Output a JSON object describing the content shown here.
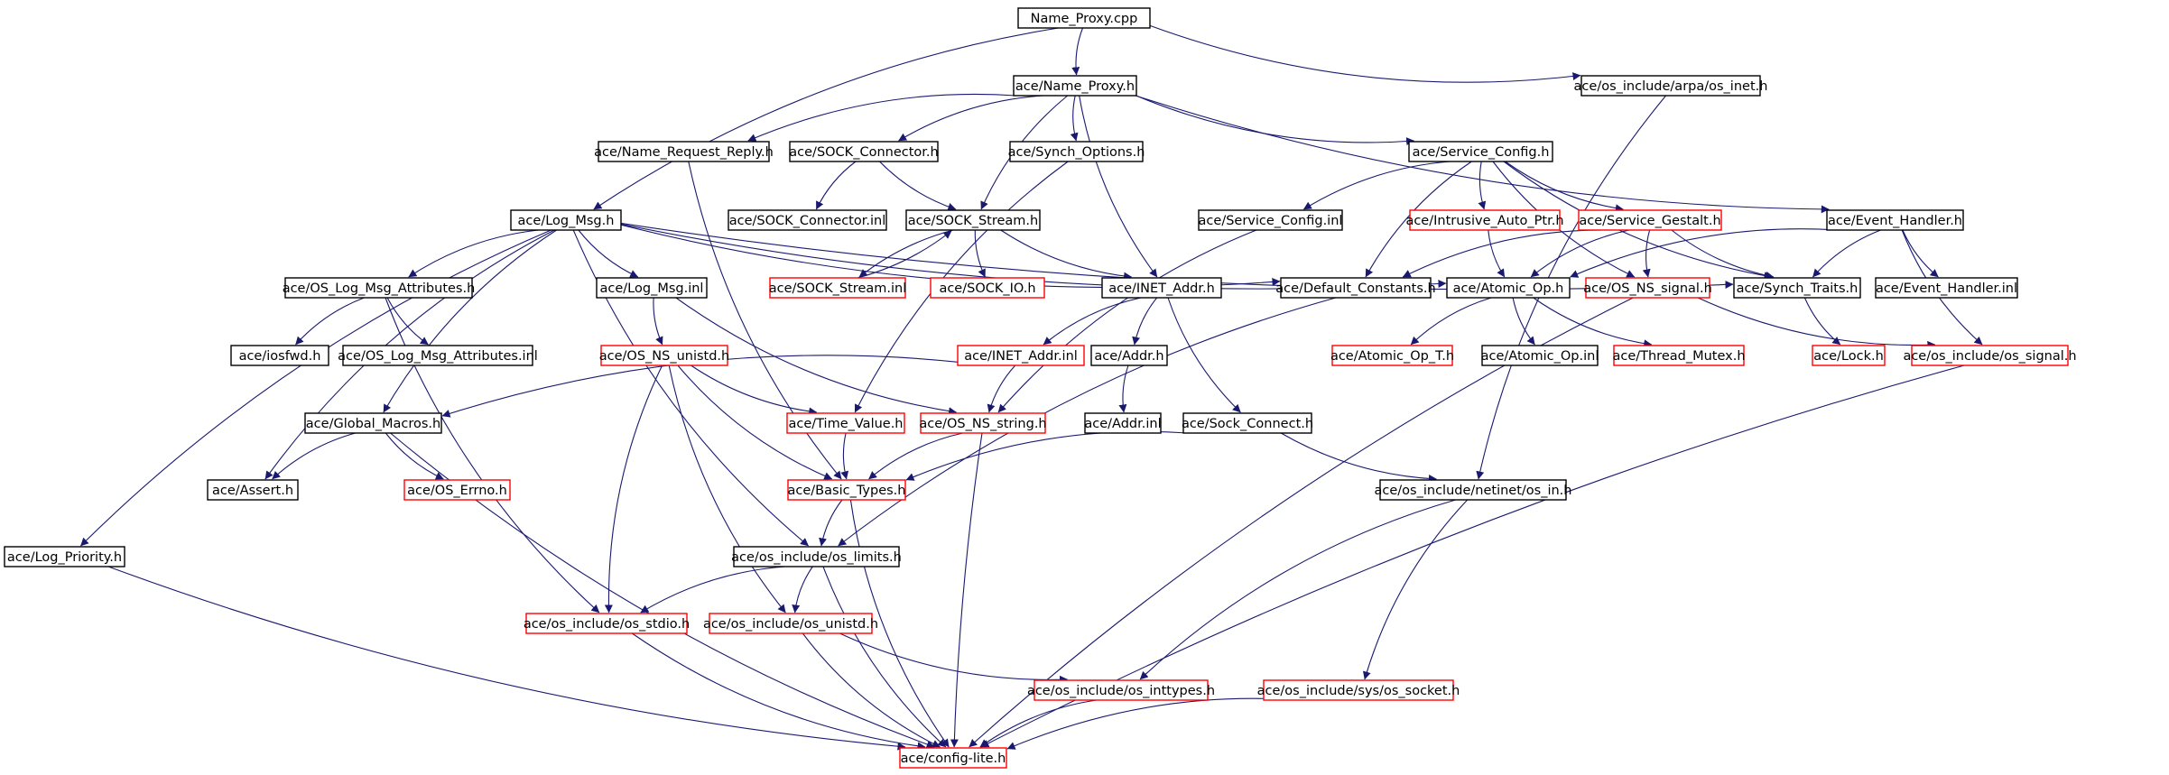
{
  "colors": {
    "edge": "#191970",
    "node_border_normal": "#000000",
    "node_border_truncated": "#ff0000",
    "root_fill": "#bfbfbf",
    "background": "#ffffff"
  },
  "diagram": {
    "nodes": [
      {
        "id": "name_proxy_cpp",
        "label": "Name_Proxy.cpp",
        "style": "root"
      },
      {
        "id": "name_proxy_h",
        "label": "ace/Name_Proxy.h",
        "style": "normal"
      },
      {
        "id": "arpa_inet",
        "label": "ace/os_include/arpa/os_inet.h",
        "style": "normal"
      },
      {
        "id": "name_request_reply",
        "label": "ace/Name_Request_Reply.h",
        "style": "normal"
      },
      {
        "id": "sock_connector_h",
        "label": "ace/SOCK_Connector.h",
        "style": "normal"
      },
      {
        "id": "synch_options",
        "label": "ace/Synch_Options.h",
        "style": "normal"
      },
      {
        "id": "service_config_h",
        "label": "ace/Service_Config.h",
        "style": "normal"
      },
      {
        "id": "log_msg_h",
        "label": "ace/Log_Msg.h",
        "style": "normal"
      },
      {
        "id": "sock_connector_inl",
        "label": "ace/SOCK_Connector.inl",
        "style": "normal"
      },
      {
        "id": "sock_stream_h",
        "label": "ace/SOCK_Stream.h",
        "style": "normal"
      },
      {
        "id": "service_config_inl",
        "label": "ace/Service_Config.inl",
        "style": "normal"
      },
      {
        "id": "intrusive_auto_ptr",
        "label": "ace/Intrusive_Auto_Ptr.h",
        "style": "truncated"
      },
      {
        "id": "service_gestalt",
        "label": "ace/Service_Gestalt.h",
        "style": "truncated"
      },
      {
        "id": "event_handler_h",
        "label": "ace/Event_Handler.h",
        "style": "normal"
      },
      {
        "id": "os_log_msg_attr_h",
        "label": "ace/OS_Log_Msg_Attributes.h",
        "style": "normal"
      },
      {
        "id": "log_msg_inl",
        "label": "ace/Log_Msg.inl",
        "style": "normal"
      },
      {
        "id": "sock_stream_inl",
        "label": "ace/SOCK_Stream.inl",
        "style": "truncated"
      },
      {
        "id": "sock_io",
        "label": "ace/SOCK_IO.h",
        "style": "truncated"
      },
      {
        "id": "inet_addr_h",
        "label": "ace/INET_Addr.h",
        "style": "normal"
      },
      {
        "id": "default_constants",
        "label": "ace/Default_Constants.h",
        "style": "normal"
      },
      {
        "id": "atomic_op_h",
        "label": "ace/Atomic_Op.h",
        "style": "normal"
      },
      {
        "id": "os_ns_signal",
        "label": "ace/OS_NS_signal.h",
        "style": "truncated"
      },
      {
        "id": "synch_traits",
        "label": "ace/Synch_Traits.h",
        "style": "normal"
      },
      {
        "id": "event_handler_inl",
        "label": "ace/Event_Handler.inl",
        "style": "normal"
      },
      {
        "id": "iosfwd",
        "label": "ace/iosfwd.h",
        "style": "normal"
      },
      {
        "id": "os_log_msg_attr_inl",
        "label": "ace/OS_Log_Msg_Attributes.inl",
        "style": "normal"
      },
      {
        "id": "os_ns_unistd",
        "label": "ace/OS_NS_unistd.h",
        "style": "truncated"
      },
      {
        "id": "inet_addr_inl",
        "label": "ace/INET_Addr.inl",
        "style": "truncated"
      },
      {
        "id": "addr_h",
        "label": "ace/Addr.h",
        "style": "normal"
      },
      {
        "id": "atomic_op_t",
        "label": "ace/Atomic_Op_T.h",
        "style": "truncated"
      },
      {
        "id": "atomic_op_inl",
        "label": "ace/Atomic_Op.inl",
        "style": "normal"
      },
      {
        "id": "thread_mutex",
        "label": "ace/Thread_Mutex.h",
        "style": "truncated"
      },
      {
        "id": "lock_h",
        "label": "ace/Lock.h",
        "style": "truncated"
      },
      {
        "id": "os_signal",
        "label": "ace/os_include/os_signal.h",
        "style": "truncated"
      },
      {
        "id": "global_macros",
        "label": "ace/Global_Macros.h",
        "style": "normal"
      },
      {
        "id": "time_value",
        "label": "ace/Time_Value.h",
        "style": "truncated"
      },
      {
        "id": "os_ns_string",
        "label": "ace/OS_NS_string.h",
        "style": "truncated"
      },
      {
        "id": "addr_inl",
        "label": "ace/Addr.inl",
        "style": "normal"
      },
      {
        "id": "sock_connect",
        "label": "ace/Sock_Connect.h",
        "style": "normal"
      },
      {
        "id": "assert_h",
        "label": "ace/Assert.h",
        "style": "normal"
      },
      {
        "id": "os_errno",
        "label": "ace/OS_Errno.h",
        "style": "truncated"
      },
      {
        "id": "basic_types",
        "label": "ace/Basic_Types.h",
        "style": "truncated"
      },
      {
        "id": "netinet_in",
        "label": "ace/os_include/netinet/os_in.h",
        "style": "normal"
      },
      {
        "id": "log_priority",
        "label": "ace/Log_Priority.h",
        "style": "normal"
      },
      {
        "id": "os_limits",
        "label": "ace/os_include/os_limits.h",
        "style": "normal"
      },
      {
        "id": "os_stdio",
        "label": "ace/os_include/os_stdio.h",
        "style": "truncated"
      },
      {
        "id": "os_unistd",
        "label": "ace/os_include/os_unistd.h",
        "style": "truncated"
      },
      {
        "id": "os_inttypes",
        "label": "ace/os_include/os_inttypes.h",
        "style": "truncated"
      },
      {
        "id": "sys_socket",
        "label": "ace/os_include/sys/os_socket.h",
        "style": "truncated"
      },
      {
        "id": "config_lite",
        "label": "ace/config-lite.h",
        "style": "truncated"
      }
    ],
    "edges": [
      {
        "from": "name_proxy_cpp",
        "to": "name_proxy_h"
      },
      {
        "from": "name_proxy_cpp",
        "to": "log_msg_h"
      },
      {
        "from": "name_proxy_cpp",
        "to": "arpa_inet"
      },
      {
        "from": "arpa_inet",
        "to": "netinet_in"
      },
      {
        "from": "name_proxy_h",
        "to": "name_request_reply"
      },
      {
        "from": "name_proxy_h",
        "to": "sock_connector_h"
      },
      {
        "from": "name_proxy_h",
        "to": "synch_options"
      },
      {
        "from": "name_proxy_h",
        "to": "service_config_h"
      },
      {
        "from": "name_proxy_h",
        "to": "sock_stream_h"
      },
      {
        "from": "name_proxy_h",
        "to": "inet_addr_h"
      },
      {
        "from": "name_proxy_h",
        "to": "event_handler_h"
      },
      {
        "from": "name_request_reply",
        "to": "basic_types"
      },
      {
        "from": "sock_connector_h",
        "to": "sock_connector_inl"
      },
      {
        "from": "sock_connector_h",
        "to": "sock_stream_h"
      },
      {
        "from": "synch_options",
        "to": "time_value"
      },
      {
        "from": "service_config_h",
        "to": "service_config_inl"
      },
      {
        "from": "service_config_h",
        "to": "intrusive_auto_ptr"
      },
      {
        "from": "service_config_h",
        "to": "service_gestalt"
      },
      {
        "from": "service_config_h",
        "to": "default_constants"
      },
      {
        "from": "service_config_h",
        "to": "synch_traits"
      },
      {
        "from": "service_config_h",
        "to": "os_ns_signal"
      },
      {
        "from": "service_config_inl",
        "to": "os_ns_string"
      },
      {
        "from": "intrusive_auto_ptr",
        "to": "atomic_op_h"
      },
      {
        "from": "service_gestalt",
        "to": "default_constants"
      },
      {
        "from": "service_gestalt",
        "to": "atomic_op_h"
      },
      {
        "from": "service_gestalt",
        "to": "os_ns_signal"
      },
      {
        "from": "service_gestalt",
        "to": "synch_traits"
      },
      {
        "from": "event_handler_h",
        "to": "atomic_op_h"
      },
      {
        "from": "event_handler_h",
        "to": "synch_traits"
      },
      {
        "from": "event_handler_h",
        "to": "event_handler_inl"
      },
      {
        "from": "event_handler_h",
        "to": "os_signal"
      },
      {
        "from": "log_msg_h",
        "to": "os_log_msg_attr_h"
      },
      {
        "from": "log_msg_h",
        "to": "log_msg_inl"
      },
      {
        "from": "log_msg_h",
        "to": "default_constants"
      },
      {
        "from": "log_msg_h",
        "to": "atomic_op_h"
      },
      {
        "from": "log_msg_h",
        "to": "synch_traits"
      },
      {
        "from": "log_msg_h",
        "to": "global_macros"
      },
      {
        "from": "log_msg_h",
        "to": "assert_h"
      },
      {
        "from": "log_msg_h",
        "to": "log_priority"
      },
      {
        "from": "log_msg_h",
        "to": "os_limits"
      },
      {
        "from": "os_log_msg_attr_h",
        "to": "iosfwd"
      },
      {
        "from": "os_log_msg_attr_h",
        "to": "os_log_msg_attr_inl"
      },
      {
        "from": "os_log_msg_attr_h",
        "to": "os_stdio"
      },
      {
        "from": "log_msg_inl",
        "to": "os_ns_unistd"
      },
      {
        "from": "log_msg_inl",
        "to": "os_ns_string"
      },
      {
        "from": "sock_stream_h",
        "to": "sock_stream_inl"
      },
      {
        "from": "sock_stream_inl",
        "to": "sock_stream_h"
      },
      {
        "from": "sock_stream_h",
        "to": "sock_io"
      },
      {
        "from": "sock_stream_h",
        "to": "inet_addr_h"
      },
      {
        "from": "inet_addr_h",
        "to": "inet_addr_inl"
      },
      {
        "from": "inet_addr_h",
        "to": "addr_h"
      },
      {
        "from": "inet_addr_h",
        "to": "sock_connect"
      },
      {
        "from": "inet_addr_inl",
        "to": "os_ns_string"
      },
      {
        "from": "inet_addr_inl",
        "to": "global_macros"
      },
      {
        "from": "addr_h",
        "to": "addr_inl"
      },
      {
        "from": "default_constants",
        "to": "os_limits"
      },
      {
        "from": "atomic_op_h",
        "to": "atomic_op_t"
      },
      {
        "from": "atomic_op_h",
        "to": "atomic_op_inl"
      },
      {
        "from": "atomic_op_h",
        "to": "thread_mutex"
      },
      {
        "from": "os_ns_signal",
        "to": "os_signal"
      },
      {
        "from": "os_ns_signal",
        "to": "config_lite"
      },
      {
        "from": "synch_traits",
        "to": "lock_h"
      },
      {
        "from": "os_ns_unistd",
        "to": "time_value"
      },
      {
        "from": "os_ns_unistd",
        "to": "basic_types"
      },
      {
        "from": "os_ns_unistd",
        "to": "os_unistd"
      },
      {
        "from": "os_ns_unistd",
        "to": "os_stdio"
      },
      {
        "from": "global_macros",
        "to": "assert_h"
      },
      {
        "from": "global_macros",
        "to": "os_errno"
      },
      {
        "from": "global_macros",
        "to": "config_lite"
      },
      {
        "from": "time_value",
        "to": "basic_types"
      },
      {
        "from": "os_ns_string",
        "to": "basic_types"
      },
      {
        "from": "os_ns_string",
        "to": "config_lite"
      },
      {
        "from": "sock_connect",
        "to": "basic_types"
      },
      {
        "from": "sock_connect",
        "to": "netinet_in"
      },
      {
        "from": "basic_types",
        "to": "os_limits"
      },
      {
        "from": "basic_types",
        "to": "config_lite"
      },
      {
        "from": "netinet_in",
        "to": "os_inttypes"
      },
      {
        "from": "netinet_in",
        "to": "sys_socket"
      },
      {
        "from": "log_priority",
        "to": "config_lite"
      },
      {
        "from": "os_limits",
        "to": "os_stdio"
      },
      {
        "from": "os_limits",
        "to": "os_unistd"
      },
      {
        "from": "os_limits",
        "to": "config_lite"
      },
      {
        "from": "os_stdio",
        "to": "config_lite"
      },
      {
        "from": "os_unistd",
        "to": "os_inttypes"
      },
      {
        "from": "os_unistd",
        "to": "config_lite"
      },
      {
        "from": "os_inttypes",
        "to": "config_lite"
      },
      {
        "from": "sys_socket",
        "to": "config_lite"
      },
      {
        "from": "os_signal",
        "to": "config_lite"
      }
    ]
  }
}
